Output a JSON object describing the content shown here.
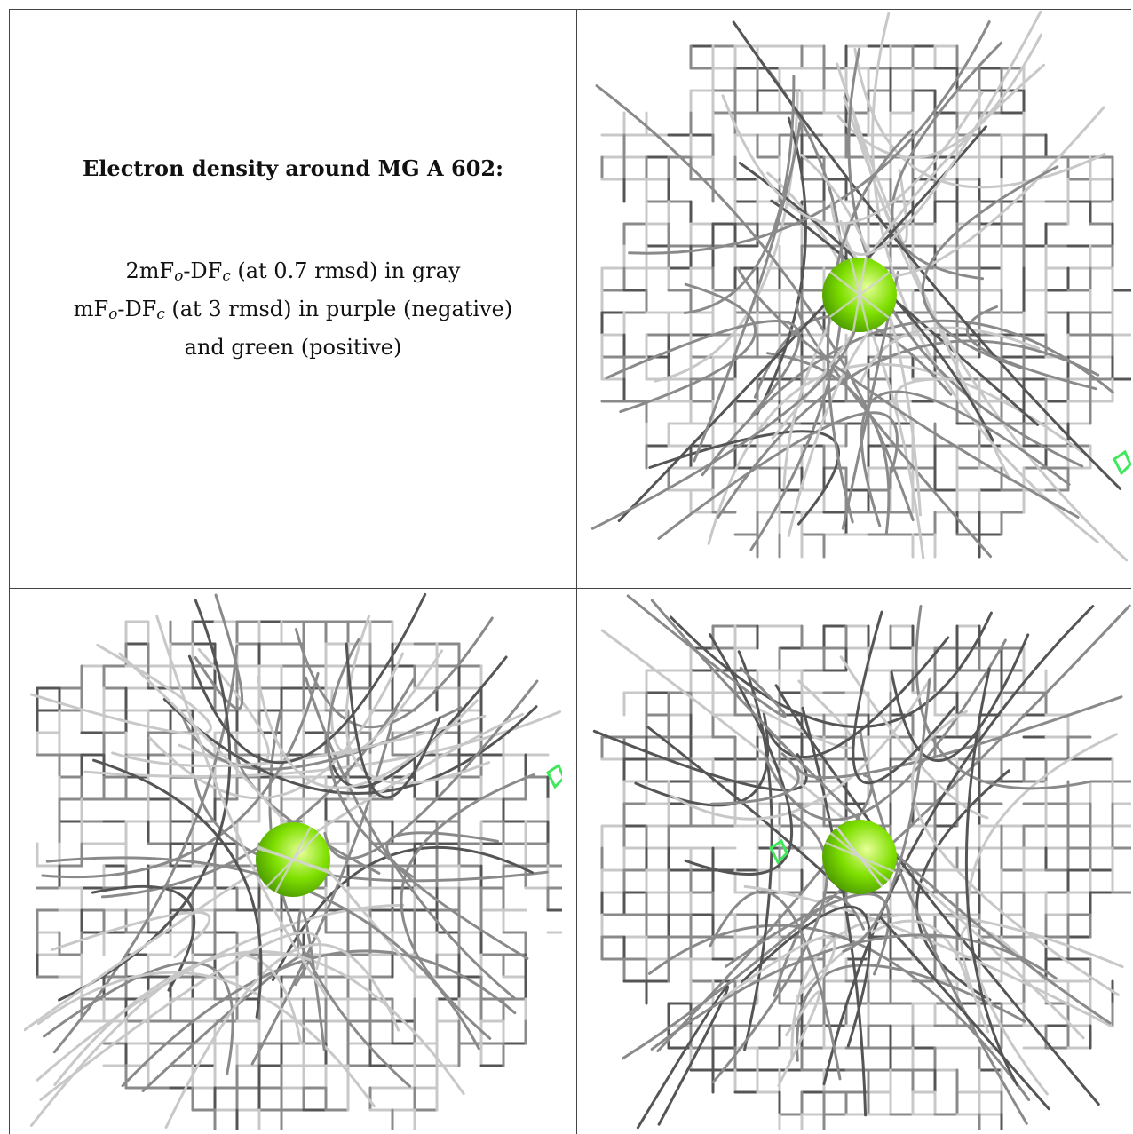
{
  "legend": {
    "title": "Electron density around MG A 602:",
    "line1_prefix": "2mF",
    "line1_mid": "-DF",
    "line1_suffix": " (at 0.7 rmsd) in gray",
    "line2_prefix": "mF",
    "line2_mid": "-DF",
    "line2_suffix": " (at 3 rmsd) in purple (negative)",
    "line3": "and green (positive)",
    "sub_o": "o",
    "sub_c": "c"
  },
  "colors": {
    "mesh_dark": "#555555",
    "mesh_mid": "#8a8a8a",
    "mesh_light": "#c8c8c8",
    "atom": "#7fe000",
    "positive_density": "#3ee85a"
  },
  "panels": [
    {
      "name": "view-1",
      "atom": "MG",
      "has_positive_blob": true
    },
    {
      "name": "view-2",
      "atom": "MG",
      "has_positive_blob": true
    },
    {
      "name": "view-3",
      "atom": "MG",
      "has_positive_blob": true
    }
  ]
}
